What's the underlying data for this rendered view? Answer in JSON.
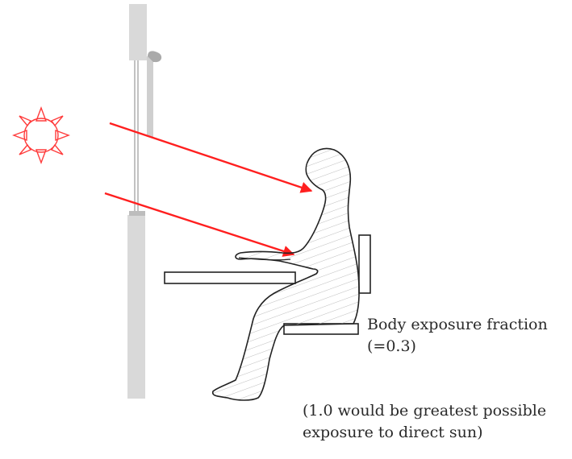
{
  "labels": {
    "exposure_label": "Body exposure fraction",
    "exposure_value": "(=0.3)",
    "note_line_1": "(1.0 would be greatest possible",
    "note_line_2": "exposure to direct sun)"
  },
  "colors": {
    "sun": "#ff3b3b",
    "rays": "#ff1f1f",
    "wall": "#d9d9d9",
    "outline": "#222222",
    "hatch": "#bdbdbd"
  },
  "icons": {
    "sun": "sun-icon",
    "person": "seated-person-silhouette"
  }
}
